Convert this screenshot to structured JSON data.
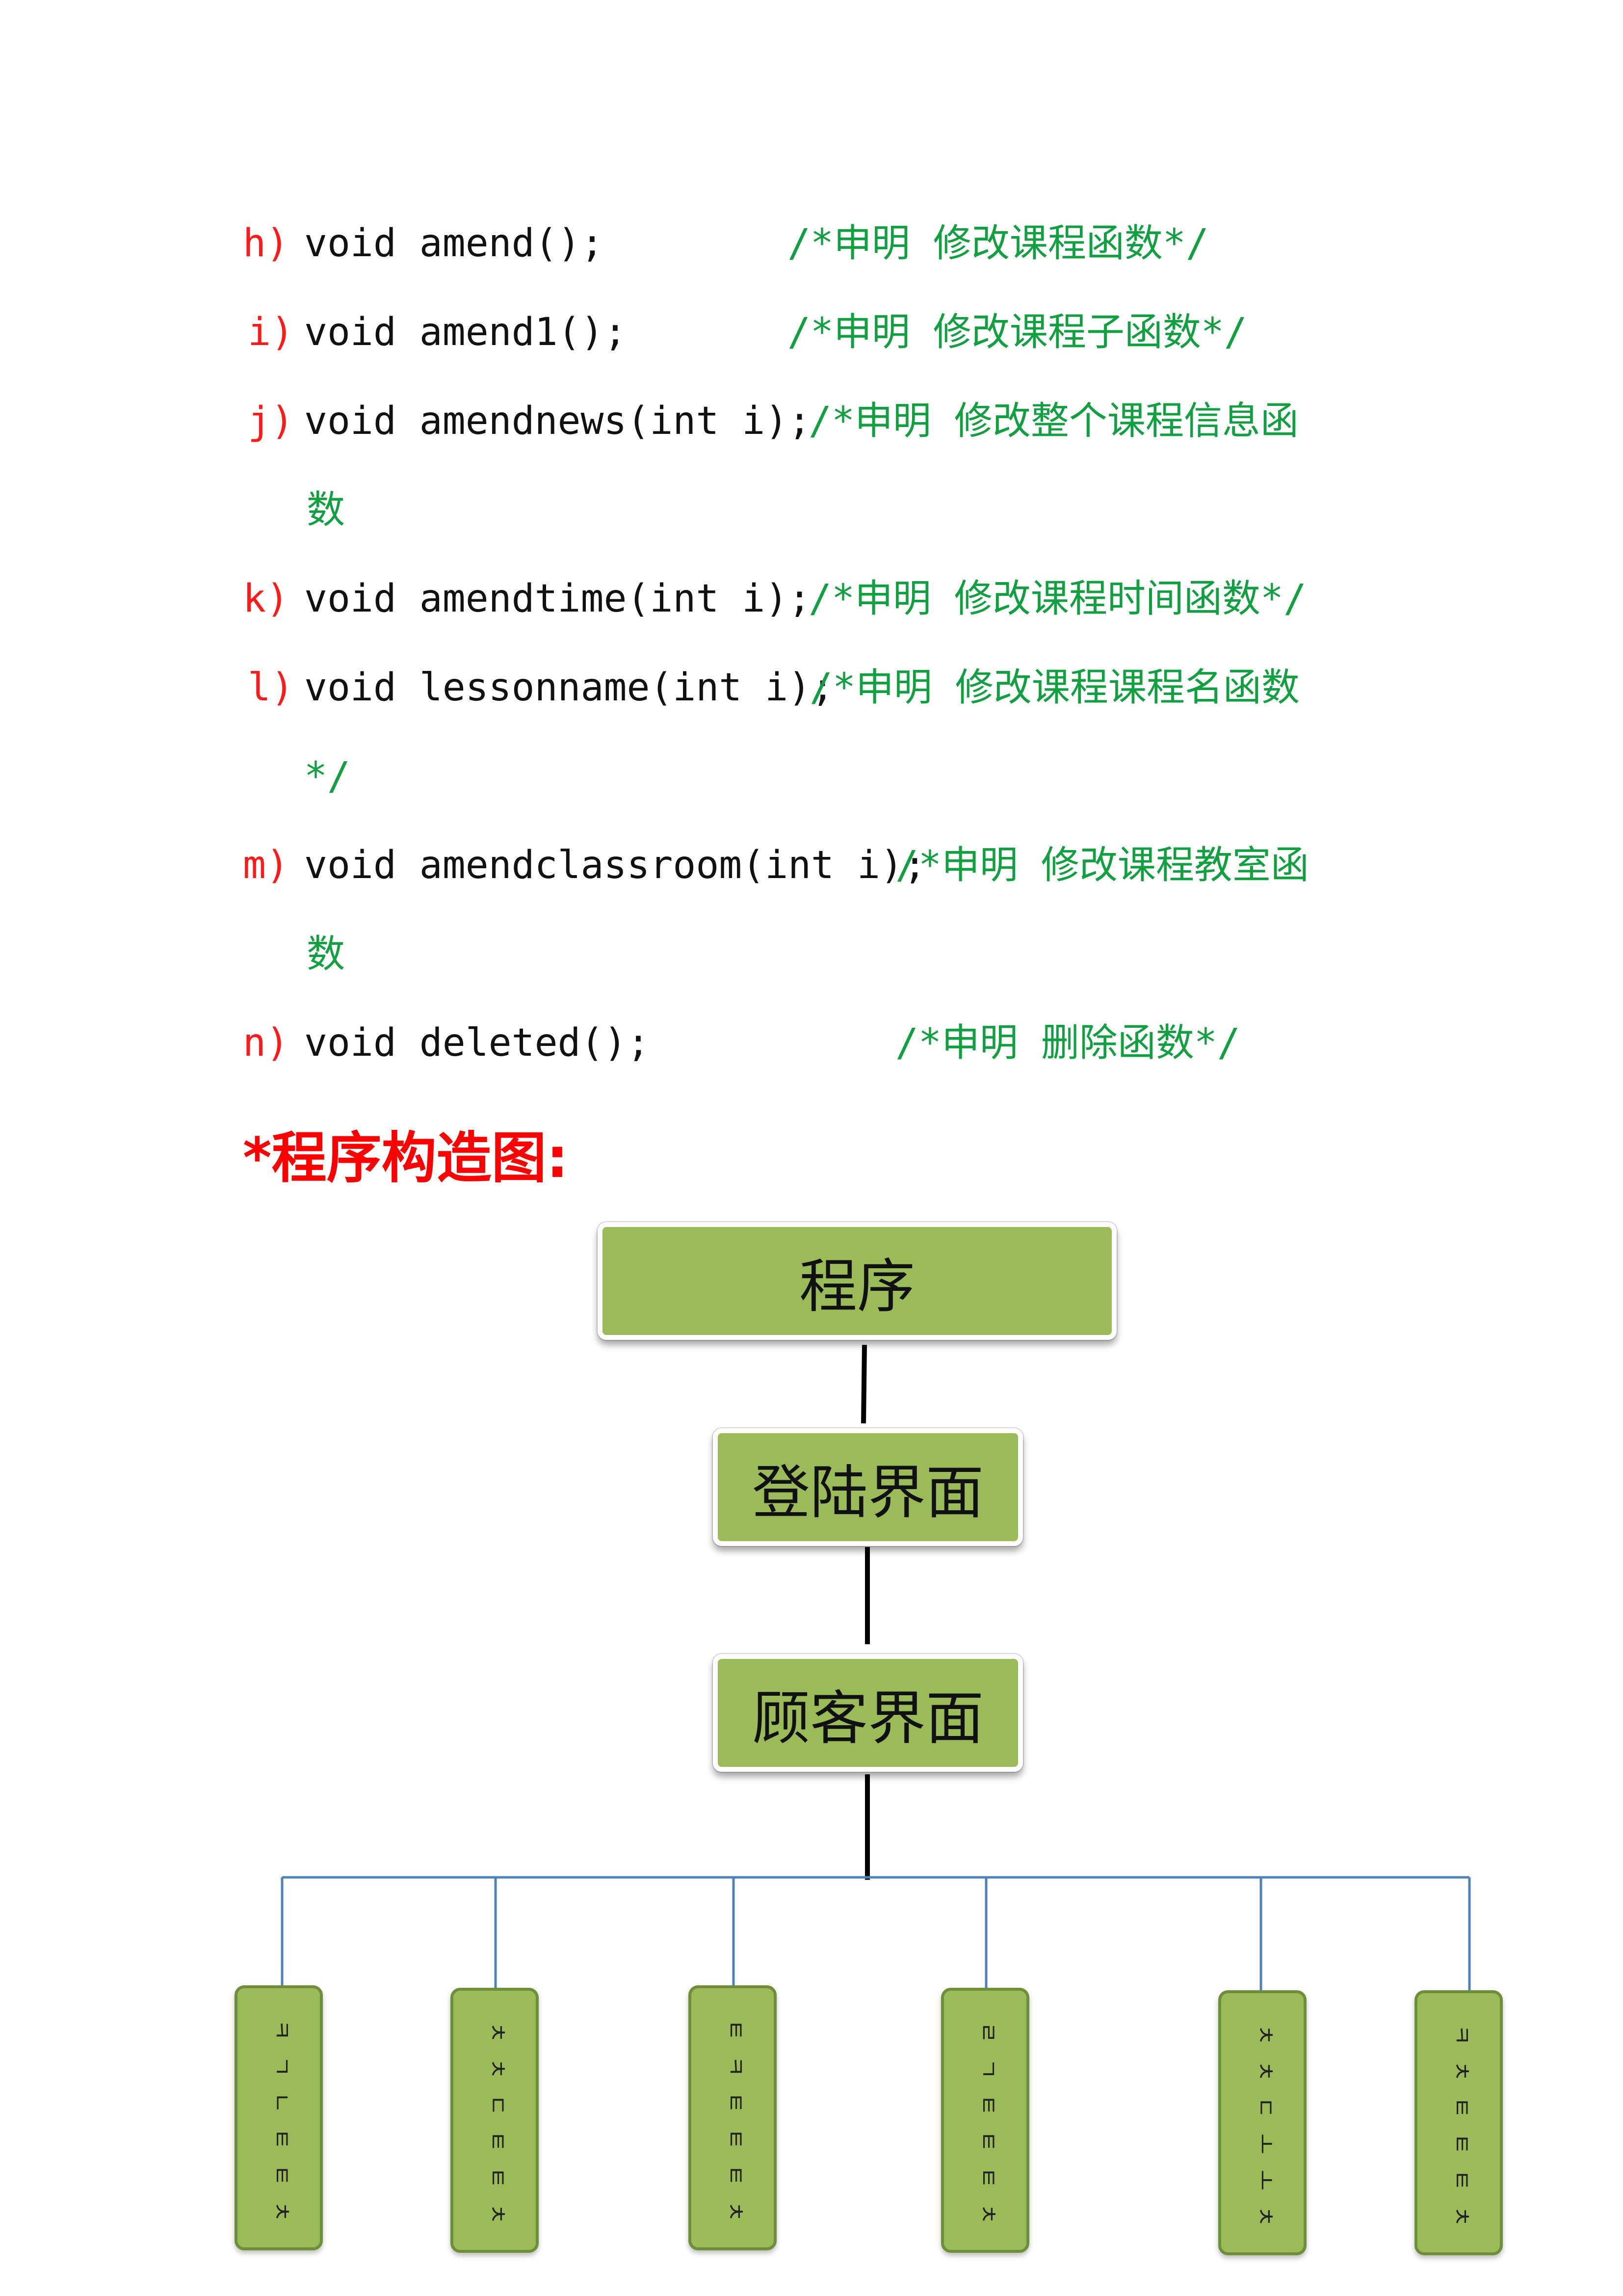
{
  "declarations": [
    {
      "label": "h)",
      "code": "void amend();",
      "comment": "/*申明 修改课程函数*/"
    },
    {
      "label": "i)",
      "code": "void amend1();",
      "comment": "/*申明 修改课程子函数*/"
    },
    {
      "label": "j)",
      "code": "void amendnews(int i);",
      "comment": "/*申明 修改整个课程信息函",
      "comment_cont": "数"
    },
    {
      "label": "k)",
      "code": "void amendtime(int i);",
      "comment": "/*申明 修改课程时间函数*/"
    },
    {
      "label": "l)",
      "code": "void lessonname(int i);",
      "comment": "/*申明 修改课程课程名函数",
      "comment_cont": "*/"
    },
    {
      "label": "m)",
      "code": "void amendclassroom(int i);",
      "comment": "/*申明 修改课程教室函",
      "comment_cont": "数"
    },
    {
      "label": "n)",
      "code": "void deleted();",
      "comment": "/*申明 删除函数*/"
    }
  ],
  "heading": "*程序构造图:",
  "diagram": {
    "root": "程序",
    "level1": "登陆界面",
    "level2": "顾客界面",
    "leaves": [
      {
        "glyphs": [
          "ㅋ",
          "ㄱ",
          "ㄴ",
          "ㅌ",
          "ㅌ",
          "ㅊ"
        ]
      },
      {
        "glyphs": [
          "ㅊ",
          "ㅊ",
          "ㄷ",
          "ㅌ",
          "ㅌ",
          "ㅊ"
        ]
      },
      {
        "glyphs": [
          "ㅌ",
          "ㅋ",
          "ㅌ",
          "ㅌ",
          "ㅌ",
          "ㅊ"
        ]
      },
      {
        "glyphs": [
          "ㄹ",
          "ㄱ",
          "ㅌ",
          "ㅌ",
          "ㅌ",
          "ㅊ"
        ]
      },
      {
        "glyphs": [
          "ㅊ",
          "ㅊ",
          "ㄷ",
          "ㅗ",
          "ㅗ",
          "ㅊ"
        ]
      },
      {
        "glyphs": [
          "ㅋ",
          "ㅊ",
          "ㅌ",
          "ㅌ",
          "ㅌ",
          "ㅊ"
        ]
      }
    ],
    "colors": {
      "box_fill": "#9bbb59",
      "connector": "#000000",
      "branch_line": "#4f81bd"
    }
  }
}
